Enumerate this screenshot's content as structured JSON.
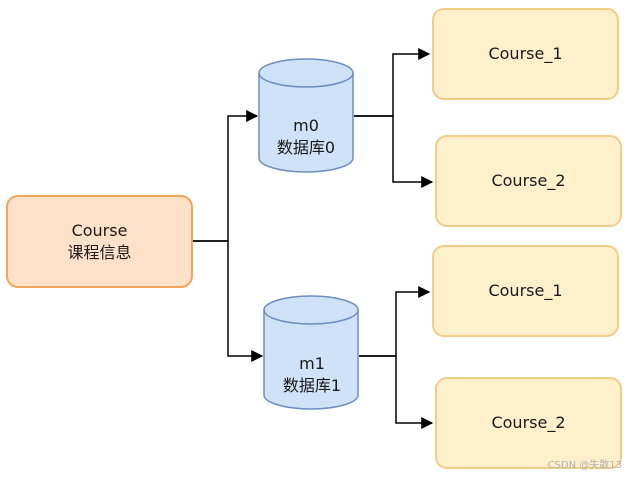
{
  "root": {
    "title": "Course",
    "subtitle": "课程信息"
  },
  "databases": [
    {
      "title": "m0",
      "subtitle": "数据库0"
    },
    {
      "title": "m1",
      "subtitle": "数据库1"
    }
  ],
  "leaves": [
    {
      "label": "Course_1"
    },
    {
      "label": "Course_2"
    },
    {
      "label": "Course_1"
    },
    {
      "label": "Course_2"
    }
  ],
  "watermark": "CSDN @失散13",
  "colors": {
    "root_fill": "#ffe0c8",
    "root_stroke": "#f1a55a",
    "db_fill": "#cfe2f7",
    "db_stroke": "#6c8ebf",
    "leaf_fill": "#fff0cc",
    "leaf_stroke": "#f4cc86",
    "edge": "#000000"
  }
}
